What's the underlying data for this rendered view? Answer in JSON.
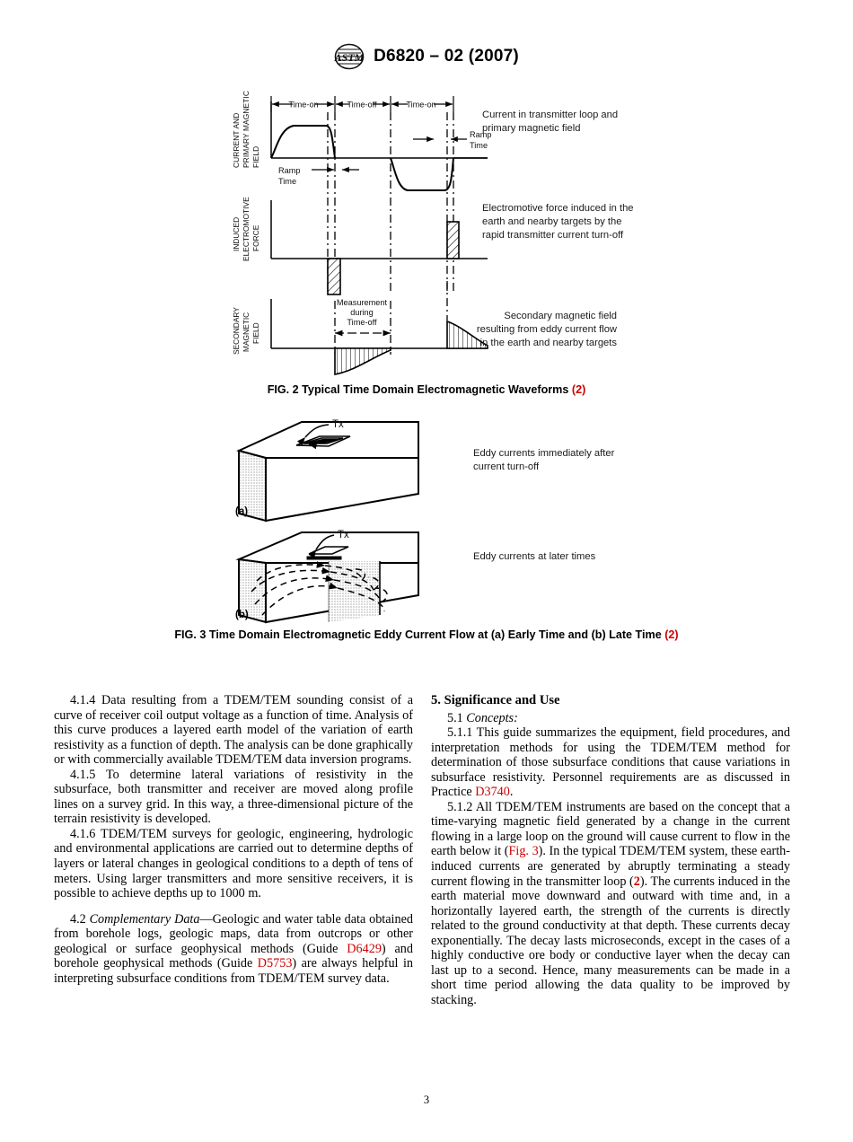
{
  "header": {
    "logo_icon": "astm-logo-icon",
    "title": "D6820 – 02 (2007)"
  },
  "figure2": {
    "axis_labels": [
      "CURRENT AND PRIMARY MAGNETIC FIELD",
      "INDUCED ELECTROMOTIVE FORCE",
      "SECONDARY MAGNETIC FIELD"
    ],
    "axis_label_lines": {
      "panel1": [
        "CURRENT AND",
        "PRIMARY MAGNETIC",
        "FIELD"
      ],
      "panel2": [
        "INDUCED",
        "ELECTROMOTIVE",
        "FORCE"
      ],
      "panel3": [
        "SECONDARY",
        "MAGNETIC",
        "FIELD"
      ]
    },
    "timing_labels": [
      "Time-on",
      "Time-off",
      "Time-on"
    ],
    "ramp_label_lines": [
      "Ramp",
      "Time"
    ],
    "ramp_label_right_lines": [
      "Ramp",
      "Time"
    ],
    "measurement_label_lines": [
      "Measurement",
      "during",
      "Time-off"
    ],
    "notes": {
      "current": "Current in transmitter loop and primary magnetic field",
      "emf": "Electromotive force induced in the earth and nearby targets by the rapid transmitter current turn-off",
      "secondary": "Secondary magnetic field resulting from eddy current flow in the earth and nearby targets"
    },
    "caption": "FIG. 2 Typical Time Domain Electromagnetic Waveforms",
    "caption_ref": "(2)"
  },
  "figure3": {
    "tx_label": "Tx",
    "panel_a_label": "(a)",
    "panel_b_label": "(b)",
    "notes": {
      "early": "Eddy currents immediately after current turn-off",
      "late": "Eddy currents at later times"
    },
    "caption": "FIG. 3 Time Domain Electromagnetic Eddy Current Flow at (a) Early Time and (b) Late Time",
    "caption_ref": "(2)"
  },
  "body": {
    "left_column": {
      "p414": "4.1.4 Data resulting from a TDEM/TEM sounding consist of a curve of receiver coil output voltage as a function of time. Analysis of this curve produces a layered earth model of the variation of earth resistivity as a function of depth. The analysis can be done graphically or with commercially available TDEM/TEM data inversion programs.",
      "p415": "4.1.5 To determine lateral variations of resistivity in the subsurface, both transmitter and receiver are moved along profile lines on a survey grid. In this way, a three-dimensional picture of the terrain resistivity is developed.",
      "p416": "4.1.6 TDEM/TEM surveys for geologic, engineering, hydrologic and environmental applications are carried out to determine depths of layers or lateral changes in geological conditions to a depth of tens of meters. Using larger transmitters and more sensitive receivers, it is possible to achieve depths up to 1000 m.",
      "p42_number": "4.2",
      "p42_italic": "Complementary Data",
      "p42_part1": "—Geologic and water table data obtained from borehole logs, geologic maps, data from outcrops or other geological or surface geophysical methods (Guide ",
      "p42_ref1": "D6429",
      "p42_part2": ") and borehole geophysical methods (Guide ",
      "p42_ref2": "D5753",
      "p42_part3": ") are always helpful in interpreting subsurface conditions from TDEM/TEM survey data."
    },
    "right_column": {
      "heading5": "5.  Significance and Use",
      "p51_number": "5.1",
      "p51_italic": "Concepts:",
      "p511_part1": "5.1.1 This guide summarizes the equipment, field procedures, and interpretation methods for using the TDEM/TEM method for determination of those subsurface conditions that cause variations in subsurface resistivity. Personnel requirements are as discussed in Practice ",
      "p511_ref": "D3740",
      "p511_part2": ".",
      "p512_part1": "5.1.2 All TDEM/TEM instruments are based on the concept that a time-varying magnetic field generated by a change in the current flowing in a large loop on the ground will cause current to flow in the earth below it (",
      "p512_ref_fig": "Fig. 3",
      "p512_part2": "). In the typical TDEM/TEM system, these earth-induced currents are generated by abruptly terminating a steady current flowing in the transmitter loop (",
      "p512_ref_bold": "2",
      "p512_part3": "). The currents induced in the earth material move downward and outward with time and, in a horizontally layered earth, the strength of the currents is directly related to the ground conductivity at that depth. These currents decay exponentially. The decay lasts microseconds, except in the cases of a highly conductive ore body or conductive layer when the decay can last up to a second. Hence, many measurements can be made in a short time period allowing the data quality to be improved by stacking."
    }
  },
  "footer": {
    "page_number": "3"
  },
  "colors": {
    "link_red": "#cc0000",
    "text_black": "#000000",
    "hatch_gray": "#bfbfbf"
  }
}
